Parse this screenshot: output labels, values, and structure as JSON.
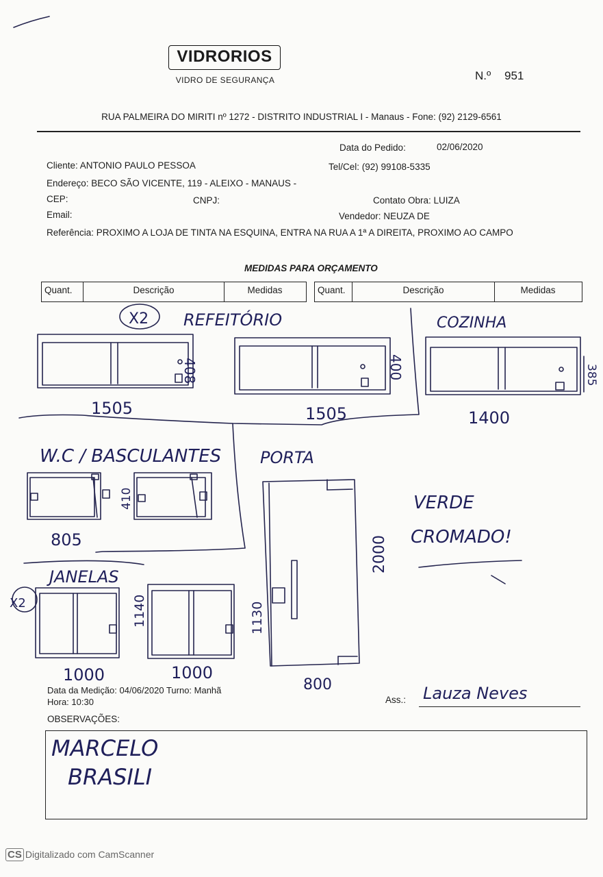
{
  "header": {
    "logo": "VIDRORIOS",
    "logo_subtitle": "VIDRO DE SEGURANÇA",
    "number_label": "N.º",
    "number_value": "951",
    "address": "RUA PALMEIRA DO MIRITI nº 1272 - DISTRITO INDUSTRIAL I - Manaus - Fone: (92) 2129-6561"
  },
  "order": {
    "data_pedido_label": "Data do Pedido:",
    "data_pedido_value": "02/06/2020",
    "cliente": "Cliente: ANTONIO PAULO PESSOA",
    "telcel": "Tel/Cel: (92) 99108-5335",
    "endereco": "Endereço: BECO SÃO VICENTE, 119 - ALEIXO - MANAUS -",
    "cep": "CEP:",
    "cnpj": "CNPJ:",
    "contato": "Contato Obra: LUIZA",
    "email": "Email:",
    "vendedor": "Vendedor: NEUZA DE",
    "referencia": "Referência: PROXIMO A LOJA DE TINTA NA ESQUINA, ENTRA NA RUA A 1ª A DIREITA, PROXIMO AO CAMPO"
  },
  "measures": {
    "title": "MEDIDAS PARA ORÇAMENTO",
    "columns": [
      "Quant.",
      "Descrição",
      "Medidas"
    ]
  },
  "sketch": {
    "refeitorio_qty": "X2",
    "refeitorio": "REFEITÓRIO",
    "refeitorio_h": "408",
    "width_1505a": "1505",
    "width_1505b": "1505",
    "height_400": "400",
    "cozinha": "COZINHA",
    "height_385": "385",
    "width_1400": "1400",
    "wc": "W.C / BASCULANTES",
    "height_410": "410",
    "width_805": "805",
    "porta": "PORTA",
    "height_2000": "2000",
    "width_800": "800",
    "verde_1": "VERDE",
    "verde_2": "CROMADO!",
    "janelas": "JANELAS",
    "janelas_qty": "X2",
    "height_1140": "1140",
    "height_1130": "1130",
    "width_1000a": "1000",
    "width_1000b": "1000"
  },
  "medicao": {
    "data": "Data da Medição: 04/06/2020  Turno: Manhã",
    "hora": "Hora: 10:30",
    "ass_label": "Ass.:",
    "signature": "Lauza Neves"
  },
  "observacoes": {
    "label": "OBSERVAÇÕES:",
    "line1": "MARCELO",
    "line2": "BRASILI"
  },
  "footer": {
    "cs": "CS",
    "text": "Digitalizado com CamScanner"
  }
}
